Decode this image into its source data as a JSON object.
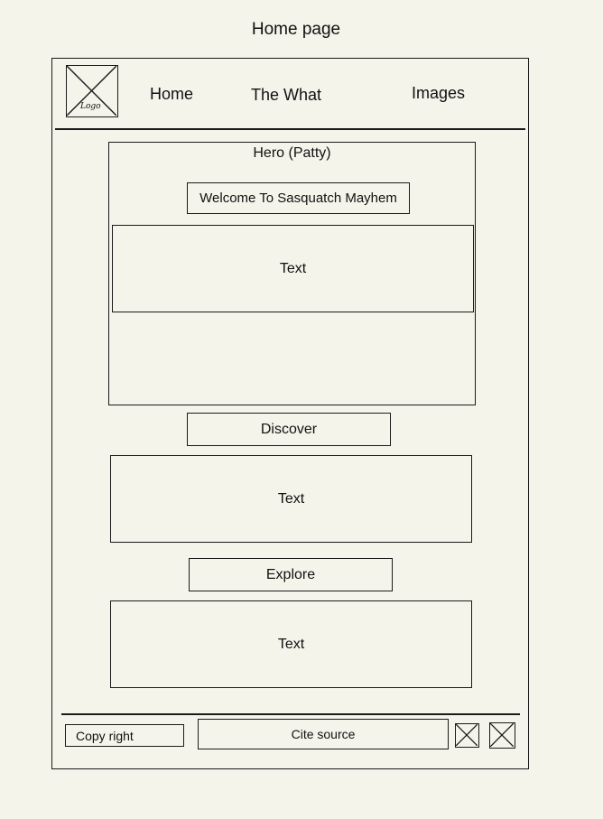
{
  "page": {
    "title": "Home page"
  },
  "header": {
    "logo_text": "Logo",
    "nav": [
      "Home",
      "The What",
      "Images"
    ]
  },
  "hero": {
    "label": "Hero (Patty)",
    "welcome": "Welcome To Sasquatch Mayhem",
    "text": "Text"
  },
  "discover": {
    "button": "Discover",
    "text": "Text"
  },
  "explore": {
    "button": "Explore",
    "text": "Text"
  },
  "footer": {
    "copyright": "Copy right",
    "cite": "Cite source"
  }
}
